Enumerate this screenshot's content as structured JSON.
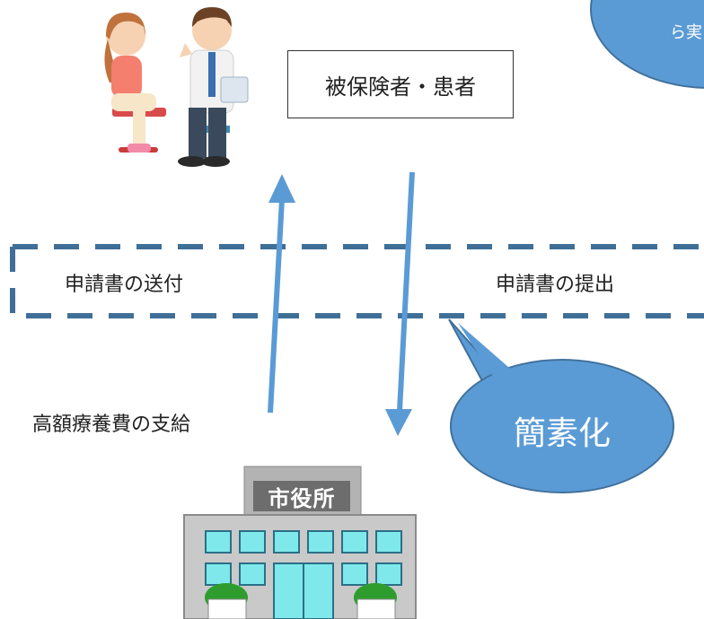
{
  "labels": {
    "insured_patient": "被保険者・患者",
    "send_application": "申請書の送付",
    "submit_application": "申請書の提出",
    "benefit_payment": "高額療養費の支給",
    "simplification": "簡素化",
    "city_office": "市役所",
    "corner_bubble_fragment": "ら実"
  },
  "colors": {
    "dashed_border": "#3f6f97",
    "arrow": "#5b9bd5",
    "bubble_fill": "#5b9bd5",
    "bubble_stroke": "#41719c",
    "building_body": "#c0c0c0",
    "building_window": "#7fe8ea",
    "building_sign": "#6d6d6d",
    "shrub": "#2e9d2e"
  },
  "illustrations": {
    "people": "patient-and-doctor-illustration",
    "building": "city-office-building-illustration"
  }
}
